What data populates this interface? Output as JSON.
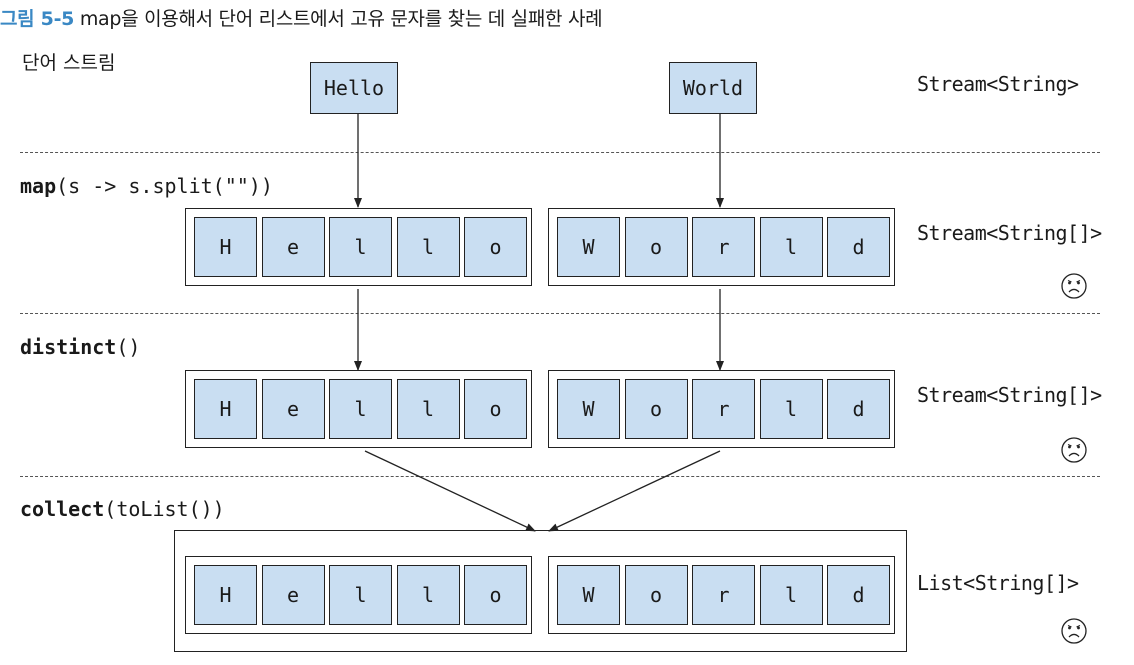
{
  "caption": {
    "figure": "그림 5-5",
    "text": " map을 이용해서 단어 리스트에서 고유 문자를 찾는 데 실패한 사례"
  },
  "source_label": "단어 스트림",
  "words": [
    "Hello",
    "World"
  ],
  "stages": [
    {
      "op_keyword": "map",
      "op_rest": "(s -> s.split(\"\"))",
      "type": "Stream<String[]>",
      "arrays": [
        [
          "H",
          "e",
          "l",
          "l",
          "o"
        ],
        [
          "W",
          "o",
          "r",
          "l",
          "d"
        ]
      ],
      "sad_icon": "sad-face-icon"
    },
    {
      "op_keyword": "distinct",
      "op_rest": "()",
      "type": "Stream<String[]>",
      "arrays": [
        [
          "H",
          "e",
          "l",
          "l",
          "o"
        ],
        [
          "W",
          "o",
          "r",
          "l",
          "d"
        ]
      ],
      "sad_icon": "sad-face-icon"
    },
    {
      "op_keyword": "collect",
      "op_rest": "(toList())",
      "type": "List<String[]>",
      "arrays": [
        [
          "H",
          "e",
          "l",
          "l",
          "o"
        ],
        [
          "W",
          "o",
          "r",
          "l",
          "d"
        ]
      ],
      "sad_icon": "sad-face-icon"
    }
  ],
  "source_type": "Stream<String>"
}
